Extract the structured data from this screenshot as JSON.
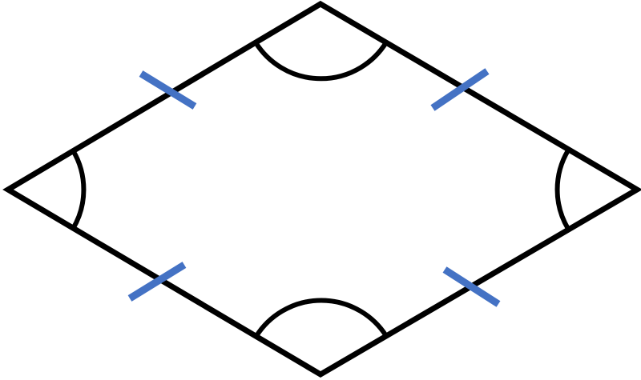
{
  "diagram": {
    "shape": "rhombus",
    "equal_side_marks": 4,
    "angle_marks": 4,
    "colors": {
      "outline": "#000000",
      "tick_marks": "#4472c4",
      "background": "#ffffff"
    }
  }
}
